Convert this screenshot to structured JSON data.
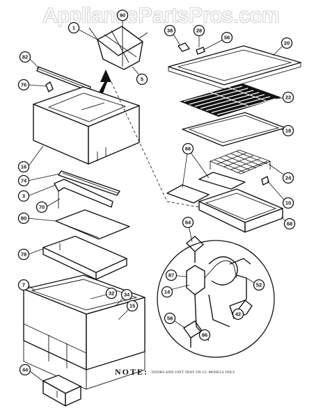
{
  "watermark": "AppliancePartsPros.com",
  "note": {
    "title": "NOTE:",
    "text": "DOORS AND UNIT TRAY ON CC MODELS ONLY"
  },
  "callouts": [
    {
      "id": "c1",
      "label": "1"
    },
    {
      "id": "c90",
      "label": "90"
    },
    {
      "id": "c5",
      "label": "5"
    },
    {
      "id": "c82",
      "label": "82"
    },
    {
      "id": "c76",
      "label": "76"
    },
    {
      "id": "c16",
      "label": "16"
    },
    {
      "id": "c74",
      "label": "74"
    },
    {
      "id": "c3",
      "label": "3"
    },
    {
      "id": "c70",
      "label": "70"
    },
    {
      "id": "c80",
      "label": "80"
    },
    {
      "id": "c78",
      "label": "78"
    },
    {
      "id": "c7",
      "label": "7"
    },
    {
      "id": "c32",
      "label": "32"
    },
    {
      "id": "c34",
      "label": "34"
    },
    {
      "id": "c15",
      "label": "15"
    },
    {
      "id": "c44",
      "label": "44"
    },
    {
      "id": "c38",
      "label": "38"
    },
    {
      "id": "c28",
      "label": "28"
    },
    {
      "id": "c56",
      "label": "56"
    },
    {
      "id": "c20",
      "label": "20"
    },
    {
      "id": "c22",
      "label": "22"
    },
    {
      "id": "c18",
      "label": "18"
    },
    {
      "id": "c66",
      "label": "66"
    },
    {
      "id": "c24",
      "label": "24"
    },
    {
      "id": "c10",
      "label": "10"
    },
    {
      "id": "c68",
      "label": "68"
    },
    {
      "id": "c64",
      "label": "64"
    },
    {
      "id": "c87",
      "label": "87"
    },
    {
      "id": "c14",
      "label": "14"
    },
    {
      "id": "c52",
      "label": "52"
    },
    {
      "id": "c42",
      "label": "42"
    },
    {
      "id": "c58",
      "label": "58"
    },
    {
      "id": "c86",
      "label": "86"
    }
  ]
}
